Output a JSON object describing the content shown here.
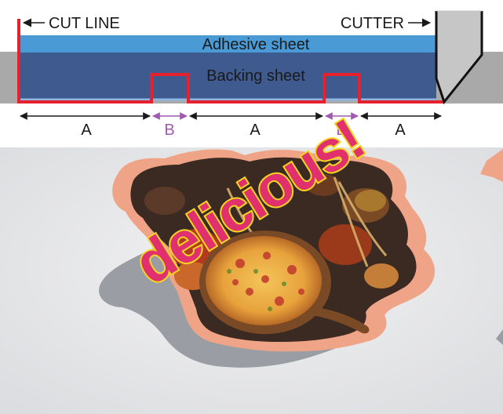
{
  "diagram": {
    "labels": {
      "cut_line": "CUT LINE",
      "cutter": "CUTTER",
      "adhesive_sheet": "Adhesive sheet",
      "backing_sheet": "Backing sheet"
    },
    "segments": [
      "A",
      "B",
      "A",
      "B",
      "A"
    ],
    "colors": {
      "adhesive": "#4a9ad6",
      "backing": "#3f5a8e",
      "base": "#a9a9a9",
      "cut_line": "#e5202f",
      "segment_b": "#a05ab0",
      "segment_a": "#1a1a1a",
      "cutter_blade": "#c6c6c6"
    }
  },
  "photo": {
    "sticker_text": "delicious!",
    "colors": {
      "background": "#e9e9ea",
      "sticker_border": "#f0a487",
      "lettering": "#e0306e",
      "lettering_outline": "#f4d520",
      "shadow": "#9a9ea4"
    }
  }
}
